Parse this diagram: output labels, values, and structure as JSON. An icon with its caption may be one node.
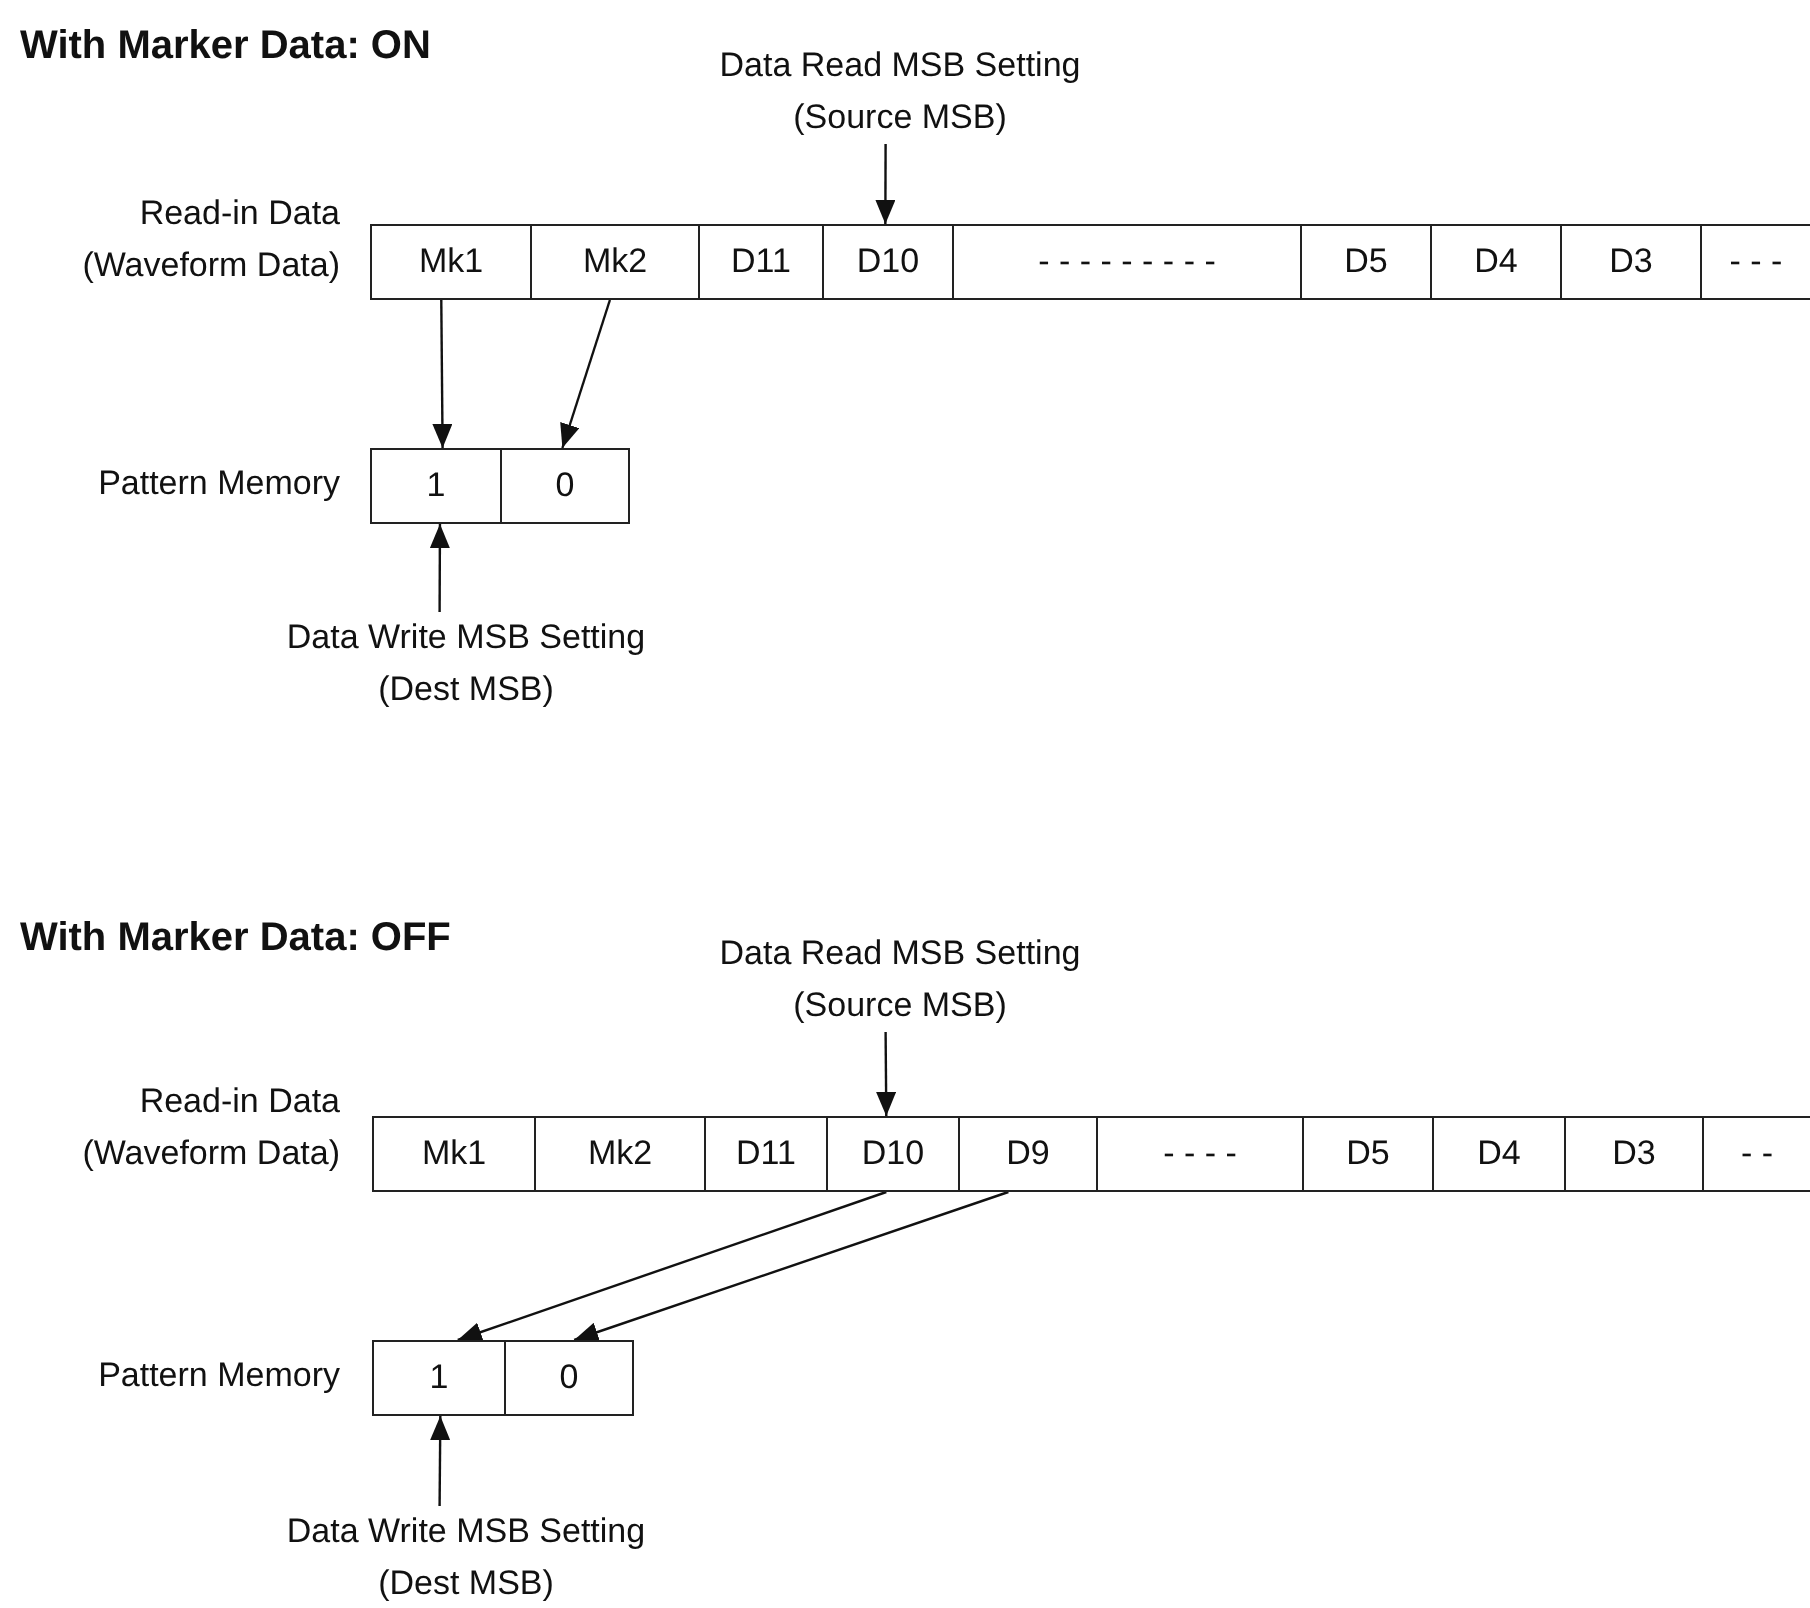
{
  "diagram": {
    "nodes": [
      {
        "text": [
          "Data Read MSB Setting (Source MSB)"
        ]
      },
      {
        "text": [
          "Mk1"
        ]
      },
      {
        "text": [
          "Mk2"
        ]
      },
      {
        "text": [
          "D11"
        ]
      },
      {
        "text": [
          "D10"
        ]
      },
      {
        "text": [
          "- - - - - - - - -"
        ]
      },
      {
        "text": [
          "D5"
        ]
      },
      {
        "text": [
          "D4"
        ]
      },
      {
        "text": [
          "D3"
        ]
      },
      {
        "text": [
          "- - -"
        ]
      },
      {
        "text": [
          "1"
        ]
      },
      {
        "text": [
          "0"
        ]
      },
      {
        "text": [
          "Data Write MSB Setting (Dest MSB)"
        ]
      },
      {
        "text": [
          "Data Read MSB Setting (Source MSB)"
        ]
      },
      {
        "text": [
          "Mk1"
        ]
      },
      {
        "text": [
          "Mk2"
        ]
      },
      {
        "text": [
          "D11"
        ]
      },
      {
        "text": [
          "D10"
        ]
      },
      {
        "text": [
          "D9"
        ]
      },
      {
        "text": [
          "- - - -"
        ]
      },
      {
        "text": [
          "D5"
        ]
      },
      {
        "text": [
          "D4"
        ]
      },
      {
        "text": [
          "D3"
        ]
      },
      {
        "text": [
          "- -"
        ]
      },
      {
        "text": [
          "1"
        ]
      },
      {
        "text": [
          "0"
        ]
      },
      {
        "text": [
          "Data Write MSB Setting (Dest MSB)"
        ]
      }
    ],
    "edges": [
      {
        "from": 0,
        "to": 4,
        "arrow": "to"
      },
      {
        "from": 1,
        "to": 10,
        "arrow": "to"
      },
      {
        "from": 2,
        "to": 11,
        "arrow": "to"
      },
      {
        "from": 12,
        "to": 10,
        "arrow": "to"
      },
      {
        "from": 13,
        "to": 17,
        "arrow": "to"
      },
      {
        "from": 17,
        "to": 24,
        "arrow": "to"
      },
      {
        "from": 18,
        "to": 25,
        "arrow": "to"
      },
      {
        "from": 26,
        "to": 24,
        "arrow": "to"
      }
    ],
    "labels": [
      "With Marker Data: ON",
      "Read-in Data (Waveform Data)",
      "Pattern Memory",
      "With Marker Data: OFF",
      "Read-in Data (Waveform Data)",
      "Pattern Memory"
    ]
  }
}
